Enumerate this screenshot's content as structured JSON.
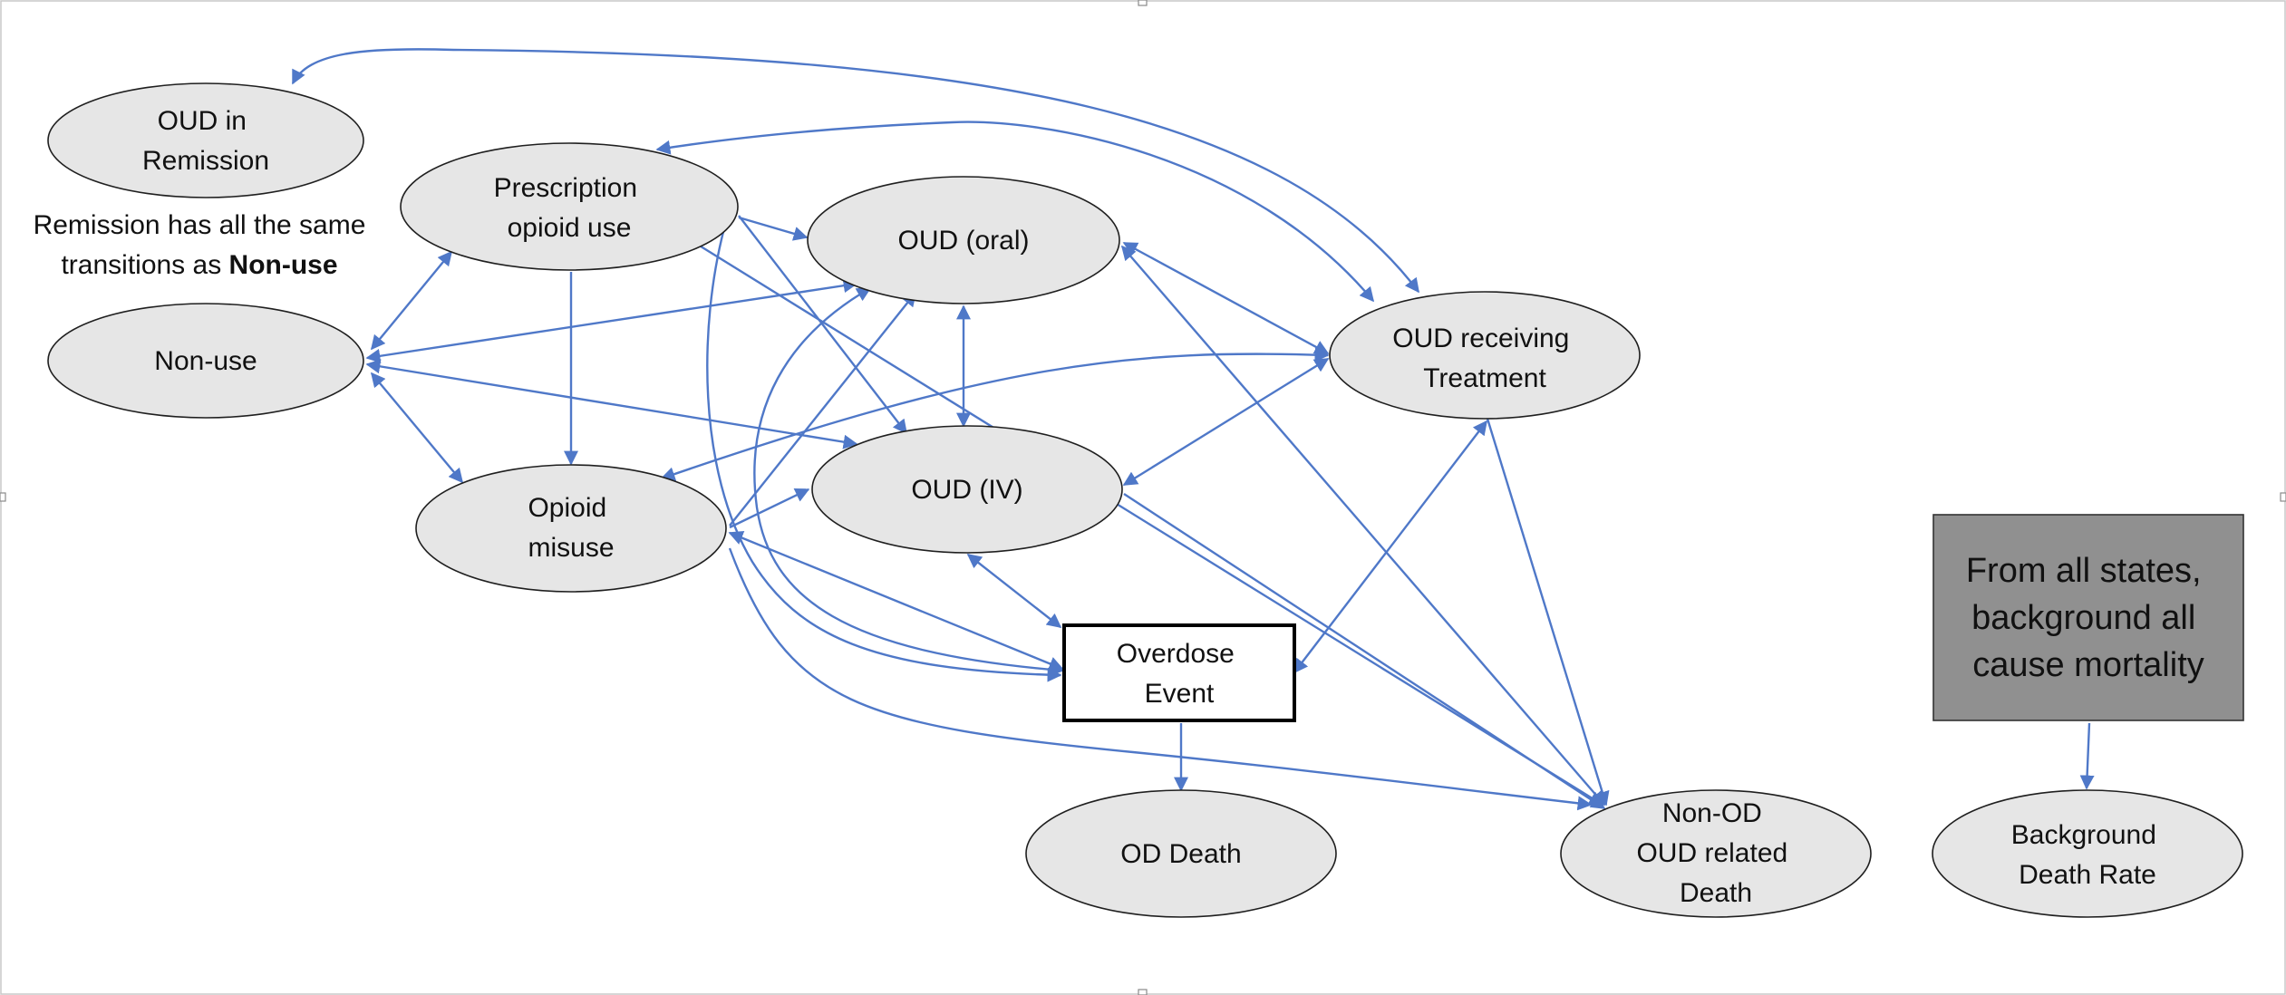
{
  "diagram": {
    "nodes": {
      "oud_remission": {
        "lines": [
          "OUD in",
          "Remission"
        ]
      },
      "prescription": {
        "lines": [
          "Prescription",
          "opioid use"
        ]
      },
      "oud_oral": {
        "lines": [
          "OUD (oral)"
        ]
      },
      "oud_treatment": {
        "lines": [
          "OUD receiving",
          "Treatment"
        ]
      },
      "non_use": {
        "lines": [
          "Non-use"
        ]
      },
      "misuse": {
        "lines": [
          "Opioid",
          "misuse"
        ]
      },
      "oud_iv": {
        "lines": [
          "OUD (IV)"
        ]
      },
      "overdose_event": {
        "lines": [
          "Overdose",
          "Event"
        ]
      },
      "od_death": {
        "lines": [
          "OD Death"
        ]
      },
      "non_od_death": {
        "lines": [
          "Non-OD",
          "OUD related",
          "Death"
        ]
      },
      "background_note": {
        "lines": [
          "From all states,",
          "background all",
          "cause mortality"
        ]
      },
      "background_death": {
        "lines": [
          "Background",
          "Death Rate"
        ]
      }
    },
    "remission_note": {
      "line1": "Remission has all the same",
      "line2_prefix": "transitions as ",
      "line2_bold": "Non-use"
    },
    "colors": {
      "arrow": "#4f78c8",
      "ellipse_fill": "#e6e6e6",
      "gray_box_fill": "#909090"
    }
  }
}
